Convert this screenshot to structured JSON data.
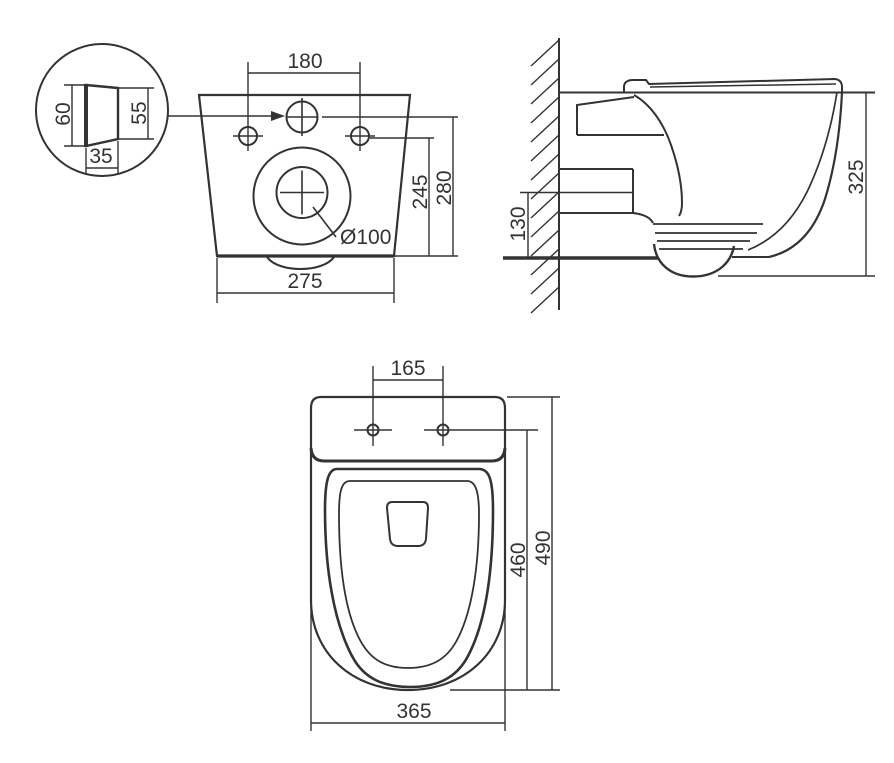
{
  "drawing": {
    "type": "technical-drawing",
    "subject": "wall-hung-toilet-three-views",
    "units": "mm",
    "colors": {
      "line": "#333333",
      "background": "#ffffff"
    },
    "detail_view": {
      "left_height": "60",
      "right_height": "55",
      "bottom_width": "35"
    },
    "front_view": {
      "fixing_hole_spacing": "180",
      "inlet_height": "280",
      "fixing_height": "245",
      "body_width": "275",
      "drain_diameter": "Ø100"
    },
    "side_view": {
      "outlet_center_height": "130",
      "overall_height": "325"
    },
    "top_view": {
      "fixing_hole_spacing": "165",
      "fixing_hole_depth": "460",
      "overall_depth": "490",
      "overall_width": "365"
    }
  }
}
